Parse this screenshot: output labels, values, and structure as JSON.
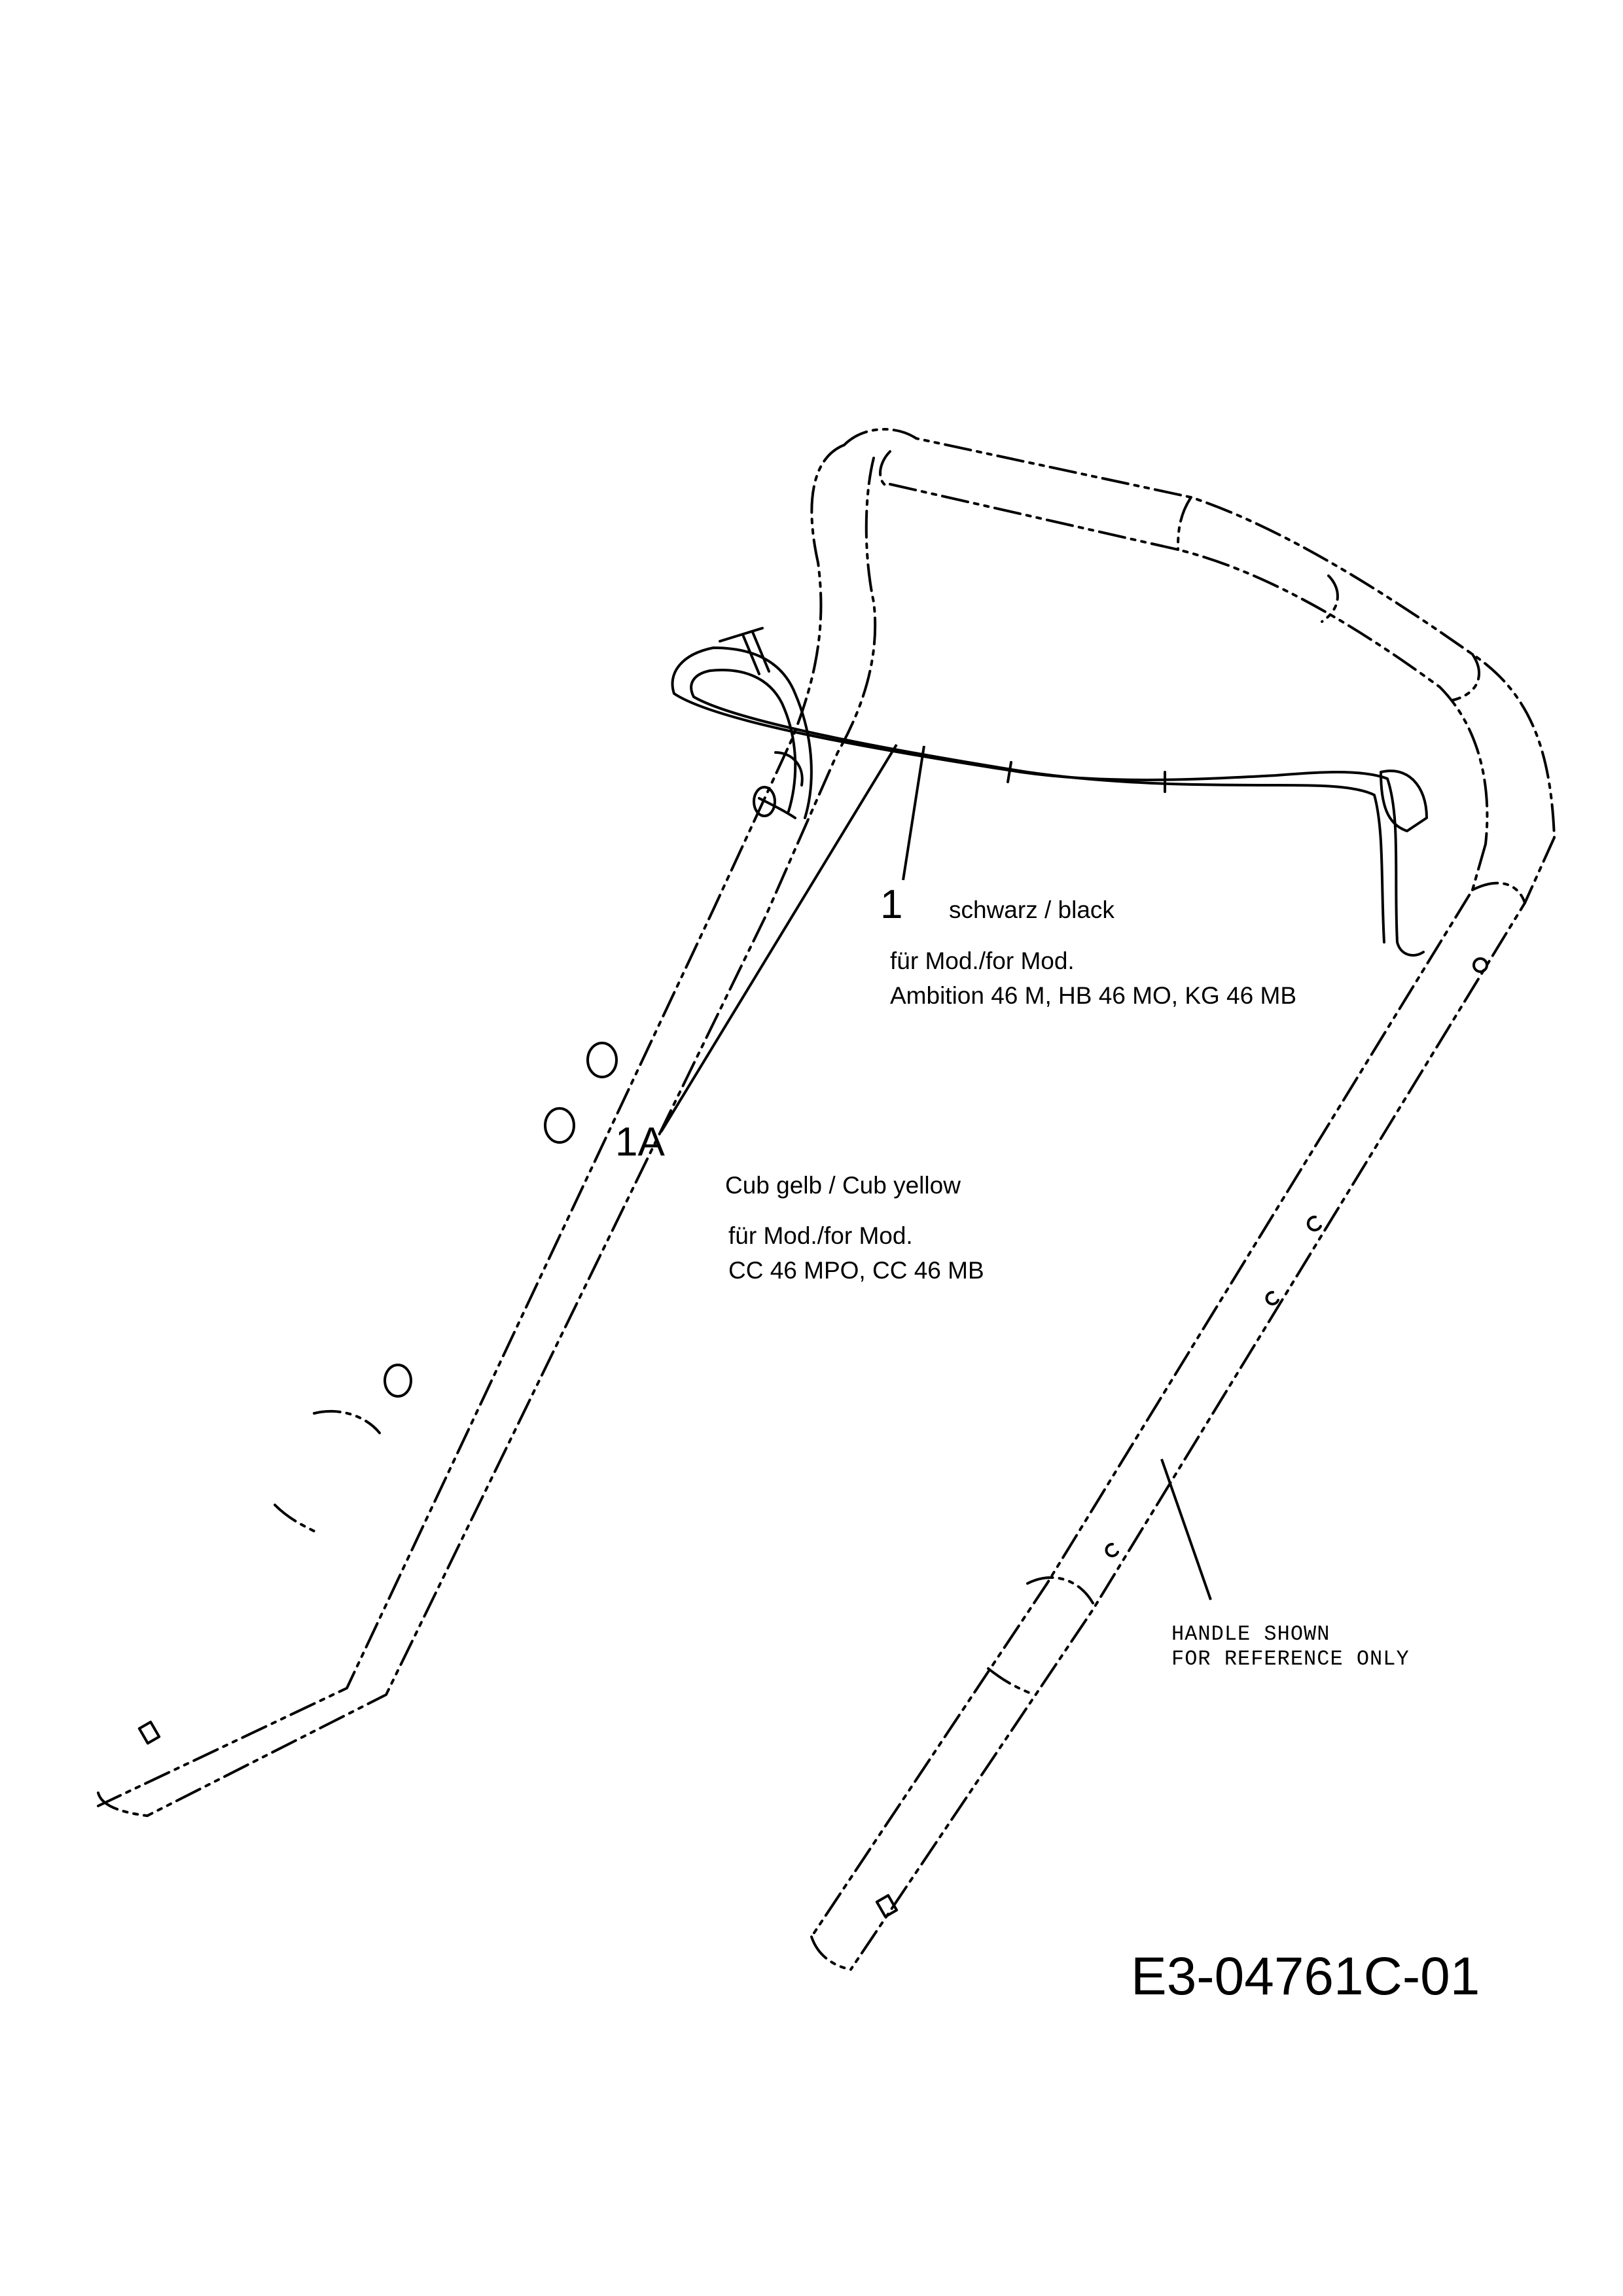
{
  "parts": [
    {
      "callout": "1",
      "color": "schwarz / black",
      "models_label": "für Mod./for Mod.",
      "models": "Ambition 46 M, HB 46 MO, KG 46 MB"
    },
    {
      "callout": "1A",
      "color": "Cub gelb / Cub yellow",
      "models_label": "für Mod./for Mod.",
      "models": "CC 46 MPO, CC 46 MB"
    }
  ],
  "reference_note": {
    "line1": "HANDLE SHOWN",
    "line2": "FOR REFERENCE ONLY"
  },
  "drawing_number": "E3-04761C-01"
}
